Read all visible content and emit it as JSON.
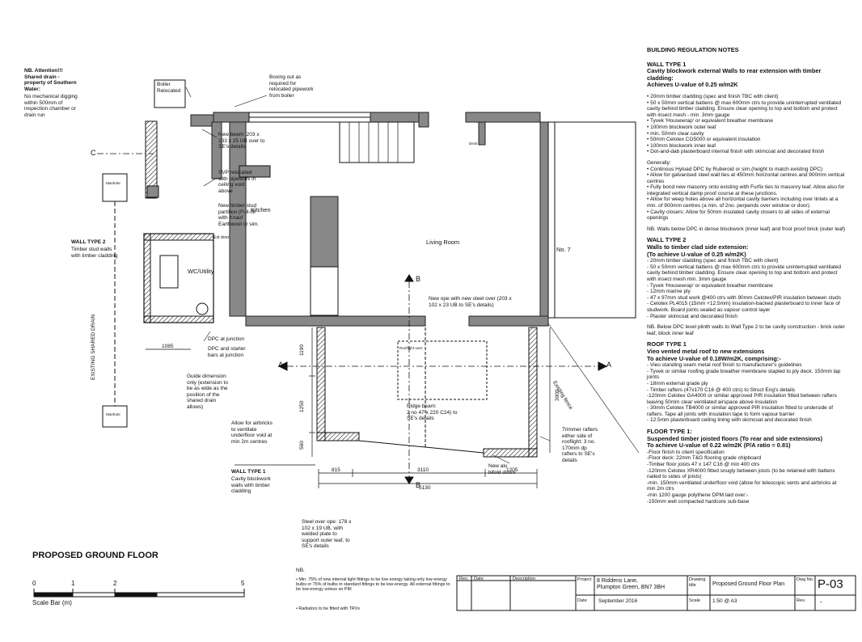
{
  "drawing_labels": {
    "boiler": "Boiler\nRelocated",
    "kitchen": "Kitchen",
    "living_room": "Living Room",
    "no7": "No. 7",
    "wc": "WC/Utility",
    "ext_door": "Ext door",
    "rooflight": "Rooflight over",
    "deck": "Deck",
    "manhole_1": "Manhole",
    "manhole_2": "Manhole",
    "existing_fence": "Existing fence",
    "shared_drain": "EXISTING SHARED DRAIN"
  },
  "section_markers": {
    "a_left": "A",
    "a_right": "A",
    "b_top": "B",
    "b_bottom": "B",
    "c_left": "C"
  },
  "dimensions": {
    "d1085": "1085",
    "d1190": "1190",
    "d1250": "1250",
    "d560": "560",
    "d3000": "3000",
    "d815": "815",
    "d3110": "3110",
    "d1205": "1205",
    "d5130": "5130"
  },
  "annotations": {
    "nb_attention": "NB. Attention!!!\nShared drain -\nproperty of Southern\nWater:",
    "nb_attention_body": "No mechanical digging\nwithin 500mm of\ninspection chamber or\ndrain run",
    "boxing_out": "Boxing out as\nrequired for\nrelocated pipework\nfrom boiler",
    "new_beam": "New beam: 203 x\n133 x 25 UB over to\nSE's details",
    "svp": "SVP relocated\nwith pipework in\nceiling void\nabove",
    "stud_partition": "New timber stud\npartition (Full-fill\nwith Knauf\nEarthwool or sim.",
    "wall_type2_title": "WALL TYPE 2",
    "wall_type2_body": "Timber stud walls\nwith timber cladding",
    "new_ope": "New ope with new steel over (203 x\n102 x 23 UB to SE's details)",
    "dpc_junction": "DPC at junction",
    "dpc_starter": "DPC and starter\nbars at junction",
    "guide_dim": "Guide dimension\nonly (extension to\nbe as wide as the\nposition of the\nshared drain\nallows)",
    "airbricks": "Allow for airbricks\nto ventilate\nunderfloor void at\nmin 2m centres",
    "ridge_beam": "Ridge beam:\n2 no 47 x 220 C24) to\nSE's details",
    "trimmer": "Trimmer rafters\neither side of\nrooflight: 3 no.\n170mm dp\nrafters to SE's\ndetails",
    "alu_doors": "New alu\nbifold doors",
    "wall_type1_title": "WALL TYPE 1",
    "wall_type1_body": "Cavity blockwork\nwalls with timber\ncladding",
    "steel_over_ope": "Steel over ope: 178 x\n102 x 19 UB, with\nwelded plate to\nsupport outer leaf, to\nSE's details"
  },
  "title": "PROPOSED GROUND FLOOR",
  "scale_bar": {
    "label": "Scale Bar (m)",
    "ticks": [
      "0",
      "1",
      "2",
      "5"
    ]
  },
  "nb_bottom": {
    "title": "NB.",
    "line1": "• Min. 75% of new internal light fittings to be low energy taking only low energy bulbs or 75% of bulbs in standard fittings to be low-energy. All external fittings to be low-energy unless on PIR",
    "line2": "• Radiators to be fitted with TRVs"
  },
  "title_block": {
    "rev_hdr": "Rev.",
    "date_hdr": "Date",
    "desc_hdr": "Description",
    "project_hdr": "Project",
    "project": "8 Riddens Lane,\nPlumpton Green, BN7 3BH",
    "drawing_hdr": "Drawing\ntitle",
    "drawing": "Proposed Ground Floor Plan",
    "dwg_no_hdr": "Dwg No.",
    "dwg_no": "P-03",
    "date_label": "Date",
    "date": "September 2016",
    "scale_label": "Scale",
    "scale": "1:50 @ A3",
    "rev_label": "Rev.",
    "rev": "-"
  },
  "notes": {
    "heading": "BUILDING REGULATION NOTES",
    "wall1_title": "WALL TYPE 1",
    "wall1_sub": "Cavity blockwork external Walls to rear extension with timber cladding:",
    "wall1_u": "Achieves U-value of 0.25 w/m2K",
    "wall1_items": "• 20mm timber cladding (spec and finish TBC with client)\n• 50 x 50mm vertical battens @ max 600mm ctrs to provide uninterrupted ventilated cavity behind timber cladding. Ensure clear opening to top and bottom and protect with insect mesh - min. 3mm gauge\n• Tyvek 'Housewrap' or equivalent breather membrane\n• 100mm blockwork outer leaf\n• min. 50mm clear cavity\n• 50mm Celotex CG5000 or equivalent insulation\n• 100mm blockwork inner leaf\n• Dot-and-dab plasterboard internal finish with skimcoat and decorated finish",
    "generally": "Generally:\n•  Continous Hyload DPC by Ruberoid or sim.(height to match existing DPC)\n• Allow for galvanised steel wall ties at 450mm horizontal centres and 900mm vertical centres\n• Fully bond new masonry onto existing with Furfix ties to masonry leaf. Allow also for integrated vertical damp proof course at these junctions.\n• Allow for weep holes above all horizontal cavity barriers including over lintels at a min. of 900mm centres (a min. of 2no. perpends over window or door).\n• Cavity closers:  Allow for 50mm insulated cavity closers to all sides of external openings",
    "nb_walls": "NB. Walls below DPC in dense blockwork (inner leaf) and frost proof brick (outer leaf)",
    "wall2_title": "WALL TYPE 2",
    "wall2_sub": "Walls to timber clad side extension:\n(To achieve U-value of 0.25 w/m2K)",
    "wall2_items": "- 20mm timber cladding (spec and finish TBC with client)\n- 50 x 50mm vertical battens @ max 600mm ctrs to provide uninterrupted ventilated cavity behind timber cladding. Ensure clear opening to top and bottom and protect with insect mesh min. 3mm gauge\n- Tyvek 'Housewrap' or equivalent breather membrane\n- 12mm marine ply\n- 47 x 97mm stud work @400 ctrs with 90mm Celotex/PIR insulation between studs\n- Celotex PL4015 (15mm +12.5mm) insulation-backed plasterboard to inner face of studwork. Board joints sealed as vapour control layer\n- Plaster skimcoat and decorated finish",
    "nb_dpc": "NB. Below DPC level plinth walls to Wall Type 2 to be cavity construction - brick outer leaf, block inner leaf",
    "roof_title": "ROOF TYPE 1",
    "roof_sub": "Vieo vented metal roof to new extensions\nTo achieve U-value of 0.18W/m2K, comprising:-",
    "roof_items": "- Vieo standing seam metal roof finish to manufacturer's guidelines\n- Tyvek or similar roofing grade breather membrane stapled to ply deck. 150mm lap joints\n- 18mm external grade ply\n- Timber rafters (47x170 C16 @ 400 ctrs) to Struct Eng's details\n-120mm Celotex GA4000 or similar approved PIR insulation fitted between rafters leaving 50mm clear ventilated airspace above insulation\n- 30mm Celotex TB4000 or similar approved PIR insulation fitted to underside of rafters. Tape all joints with insulation tape to form vapour barrier\n- 12.5mm plasterboard ceiling lining with skimcoat and decorated finish",
    "floor_title": "FLOOR TYPE 1:",
    "floor_sub": "Suspended timber joisted floors (To rear and side extensions)\nTo achieve U-value of 0.22 w/m2K (P/A ratio = 0.81)",
    "floor_items": "-Floor finish to client specification\n-Floor deck: 22mm T&G flooring grade chipboard\n-Timber floor joists 47 x 147 C16 @ min 400 ctrs\n-120mm Celotex XR4000 fitted snugly between joists (to be retained with battens nailed to sides of joists)\n-min. 150mm ventilated underfloor void (allow for telescopic vents and airbricks at min 2m ctrs\n-min 1200 gauge polythene DPM laid over:-\n-150mm well compacted hardcore sub-base"
  }
}
